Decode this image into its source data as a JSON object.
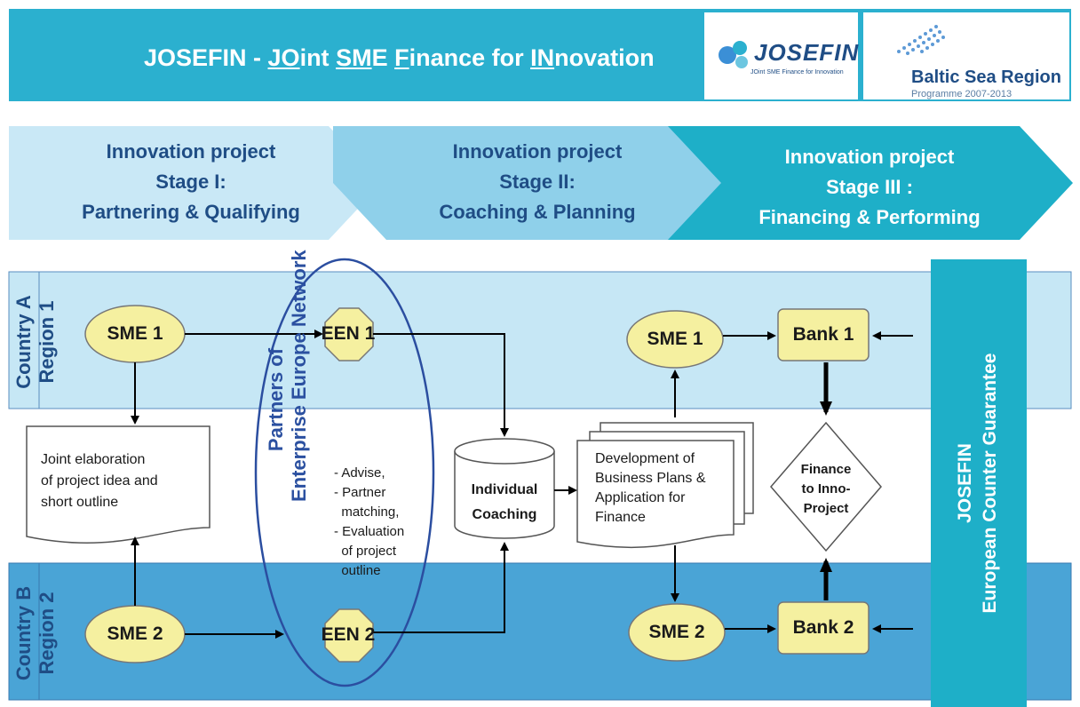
{
  "header": {
    "title_parts": [
      "JOSEFIN - ",
      "JO",
      "int ",
      "SM",
      "E ",
      "F",
      "inance for ",
      "IN",
      "novation"
    ],
    "josefin_logo": "JOSEFIN",
    "josefin_logo_sub": "JOint SME Finance for Innovation",
    "programme_logo": "Baltic Sea Region",
    "programme_sub": "Programme 2007-2013"
  },
  "stages": [
    {
      "line1": "Innovation project",
      "line2": "Stage I:",
      "line3": "Partnering & Qualifying",
      "color": "#c9e8f6",
      "text_color": "#1f4d85"
    },
    {
      "line1": "Innovation project",
      "line2": "Stage II:",
      "line3": "Coaching & Planning",
      "color": "#8fd0ea",
      "text_color": "#1f4d85"
    },
    {
      "line1": "Innovation project",
      "line2": "Stage III :",
      "line3": "Financing & Performing",
      "color": "#1eafc8",
      "text_color": "#ffffff"
    }
  ],
  "lanes": {
    "country_a": {
      "line1": "Country A",
      "line2": "Region 1",
      "color": "#c6e7f5"
    },
    "country_b": {
      "line1": "Country B",
      "line2": "Region 2",
      "color": "#4aa4d6"
    }
  },
  "nodes": {
    "sme1_a": "SME 1",
    "sme2_a": "SME 2",
    "een1": "EEN 1",
    "een2": "EEN 2",
    "sme1_b": "SME 1",
    "sme2_b": "SME 2",
    "bank1": "Bank 1",
    "bank2": "Bank 2",
    "joint_doc": [
      "Joint elaboration",
      "of project idea and",
      "short outline"
    ],
    "een_network": [
      "Partners of",
      "Enterprise Europe Network"
    ],
    "een_services": [
      "- Advise,",
      "- Partner",
      "  matching,",
      "- Evaluation",
      "  of project",
      "  outline"
    ],
    "coaching": [
      "Individual",
      "Coaching"
    ],
    "business_plans": [
      "Development of",
      "Business Plans &",
      "Application for",
      "Finance"
    ],
    "finance": [
      "Finance",
      "to Inno-",
      "Project"
    ],
    "guarantee": [
      "JOSEFIN",
      "European Counter Guarantee"
    ]
  },
  "colors": {
    "banner": "#2bb0cf",
    "sme_fill": "#f5f0a0",
    "bank_fill": "#f5f0a0",
    "guarantee": "#1eafc8",
    "een_ellipse": "#2b4ea0"
  }
}
